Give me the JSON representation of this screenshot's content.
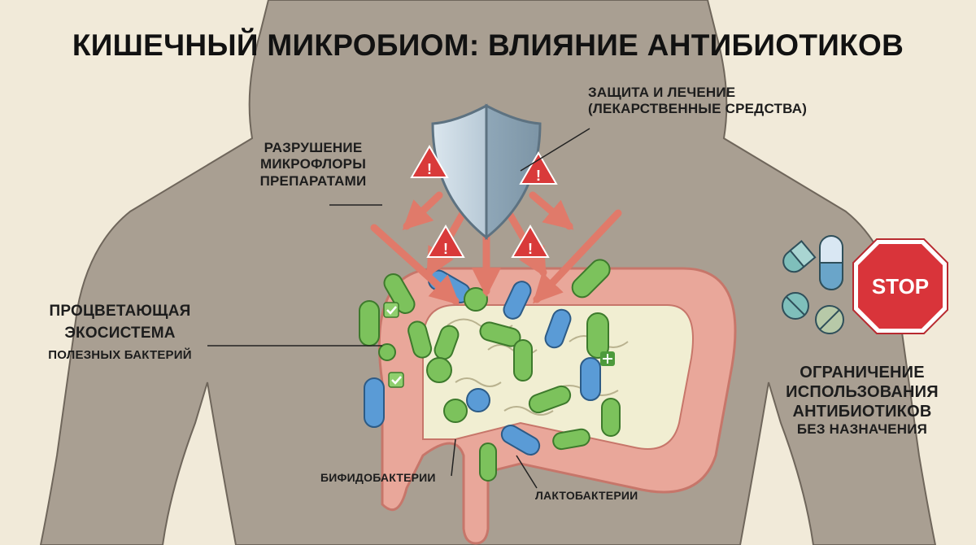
{
  "title": "КИШЕЧНЫЙ МИКРОБИОМ: ВЛИЯНИЕ АНТИБИОТИКОВ",
  "labels": {
    "protection_line1": "ЗАЩИТА И ЛЕЧЕНИЕ",
    "protection_line2": "(ЛЕКАРСТВЕННЫЕ СРЕДСТВА)",
    "destruction_line1": "РАЗРУШЕНИЕ",
    "destruction_line2": "МИКРОФЛОРЫ",
    "destruction_line3": "ПРЕПАРАТАМИ",
    "ecosystem_line1": "ПРОЦВЕТАЮЩАЯ",
    "ecosystem_line2": "ЭКОСИСТЕМА",
    "ecosystem_line3": "ПОЛЕЗНЫХ БАКТЕРИЙ",
    "bifido": "БИФИДОБАКТЕРИИ",
    "lacto": "ЛАКТОБАКТЕРИИ",
    "limit_line1": "ОГРАНИЧЕНИЕ",
    "limit_line2": "ИСПОЛЬЗОВАНИЯ",
    "limit_line3": "АНТИБИОТИКОВ",
    "limit_line4": "БЕЗ НАЗНАЧЕНИЯ",
    "stop_sign": "STOP",
    "warning_mark": "!"
  },
  "colors": {
    "background": "#f1ead9",
    "silhouette": "#a99f92",
    "intestine": "#e9a79a",
    "intestine_dark": "#c7766a",
    "inner": "#f1eed2",
    "bacteria_green": "#7cc25c",
    "bacteria_blue": "#5a9bd6",
    "shield": "#9fb4c3",
    "arrow": "#e07a6a",
    "warning": "#d93a3a",
    "stop": "#d9343a"
  },
  "icons": [
    "shield-icon",
    "warning-icon",
    "capsule-icon",
    "pill-icon",
    "stop-sign-icon",
    "bacteria-icon",
    "checkmark-icon"
  ]
}
